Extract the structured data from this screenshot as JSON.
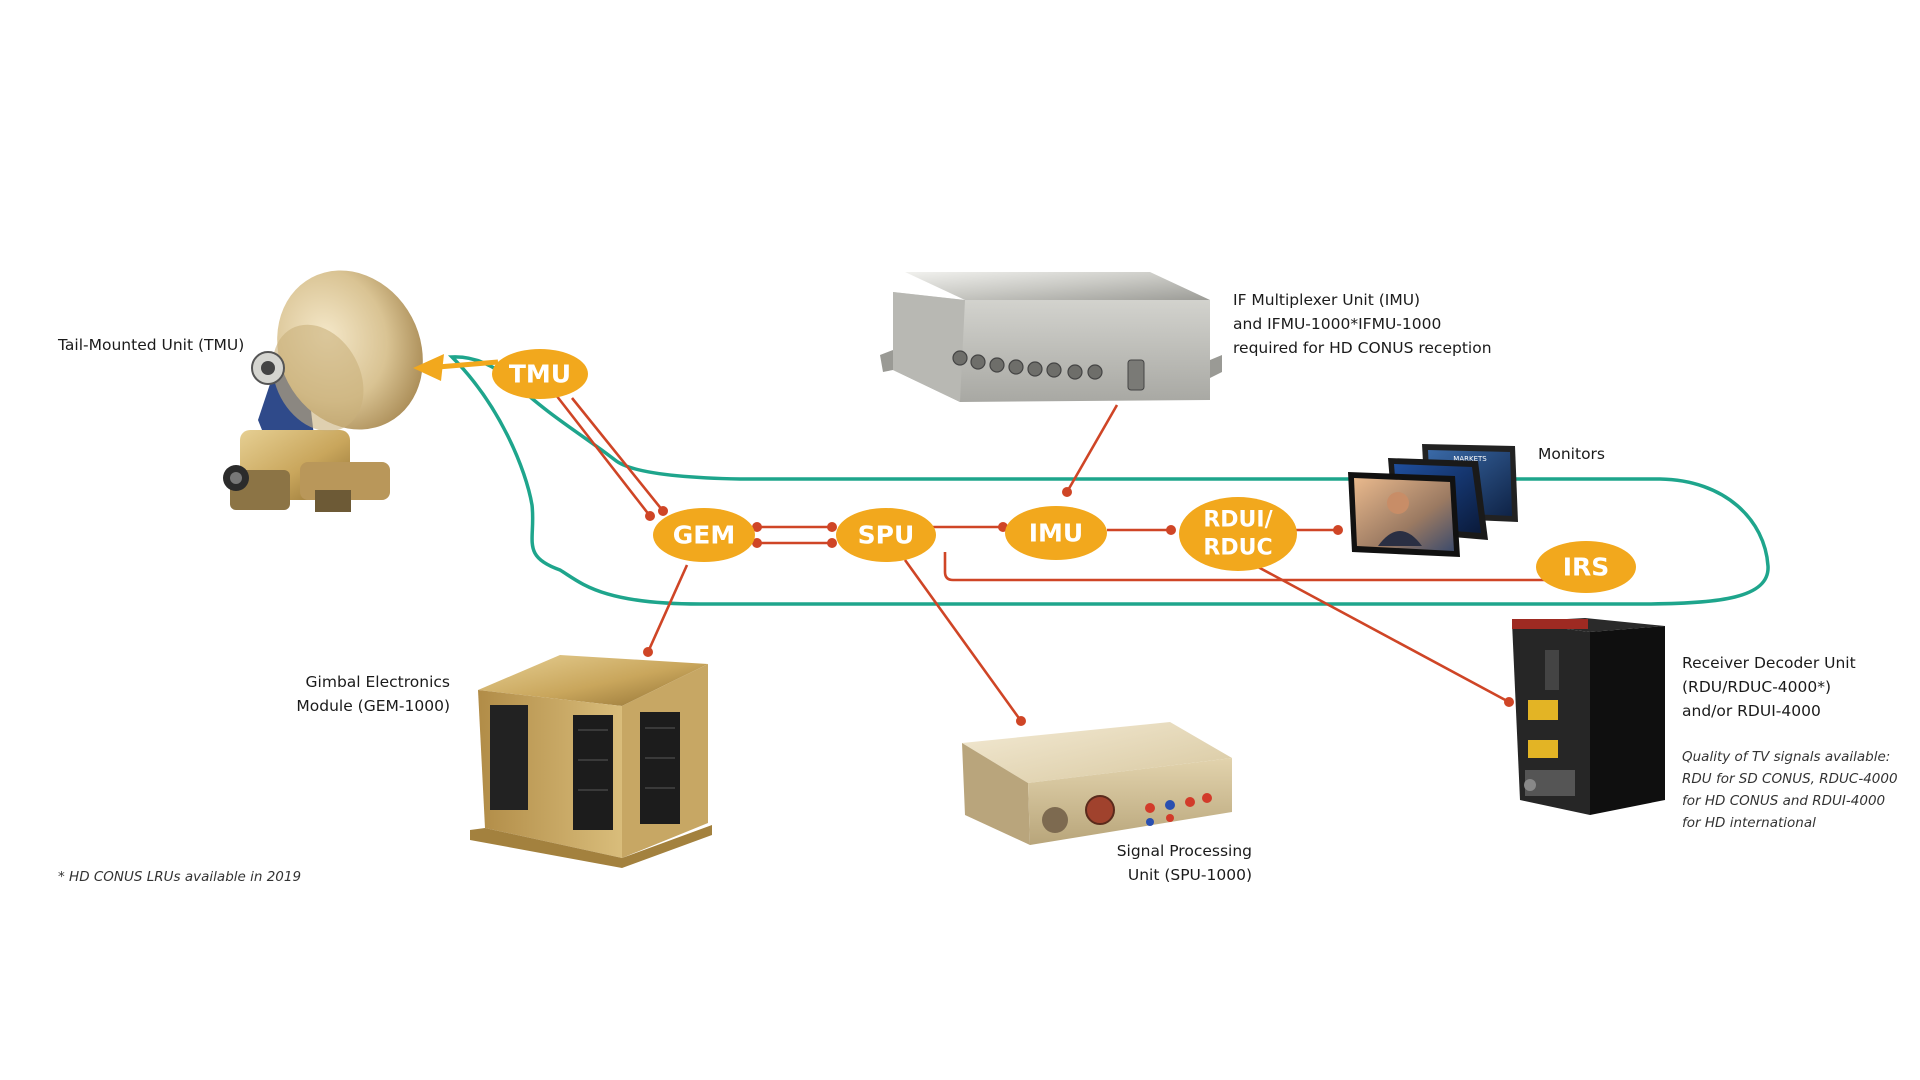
{
  "colors": {
    "node_fill": "#F2A81D",
    "link_red": "#CF4526",
    "outline_teal": "#1EA58C",
    "text": "#1b1b1b"
  },
  "nodes": {
    "tmu": "TMU",
    "gem": "GEM",
    "spu": "SPU",
    "imu": "IMU",
    "rdui_line1": "RDUI/",
    "rdui_line2": "RDUC",
    "irs": "IRS"
  },
  "labels": {
    "tmu": "Tail-Mounted Unit (TMU)",
    "imu_line1": "IF Multiplexer Unit (IMU)",
    "imu_line2": "and IFMU-1000*IFMU-1000",
    "imu_line3": "required for HD CONUS reception",
    "monitors": "Monitors",
    "gem_line1": "Gimbal Electronics",
    "gem_line2": "Module (GEM-1000)",
    "spu_line1": "Signal Processing",
    "spu_line2": "Unit (SPU-1000)",
    "rdu_line1": "Receiver Decoder Unit",
    "rdu_line2": "(RDU/RDUC-4000*)",
    "rdu_line3": "and/or RDUI-4000",
    "quality_line1": "Quality of TV signals available:",
    "quality_line2": "RDU for SD CONUS, RDUC-4000",
    "quality_line3": "for HD CONUS and RDUI-4000",
    "quality_line4": "for HD international",
    "footnote": "* HD CONUS LRUs available in 2019"
  },
  "screens": {
    "front_title": "MARKETS"
  }
}
